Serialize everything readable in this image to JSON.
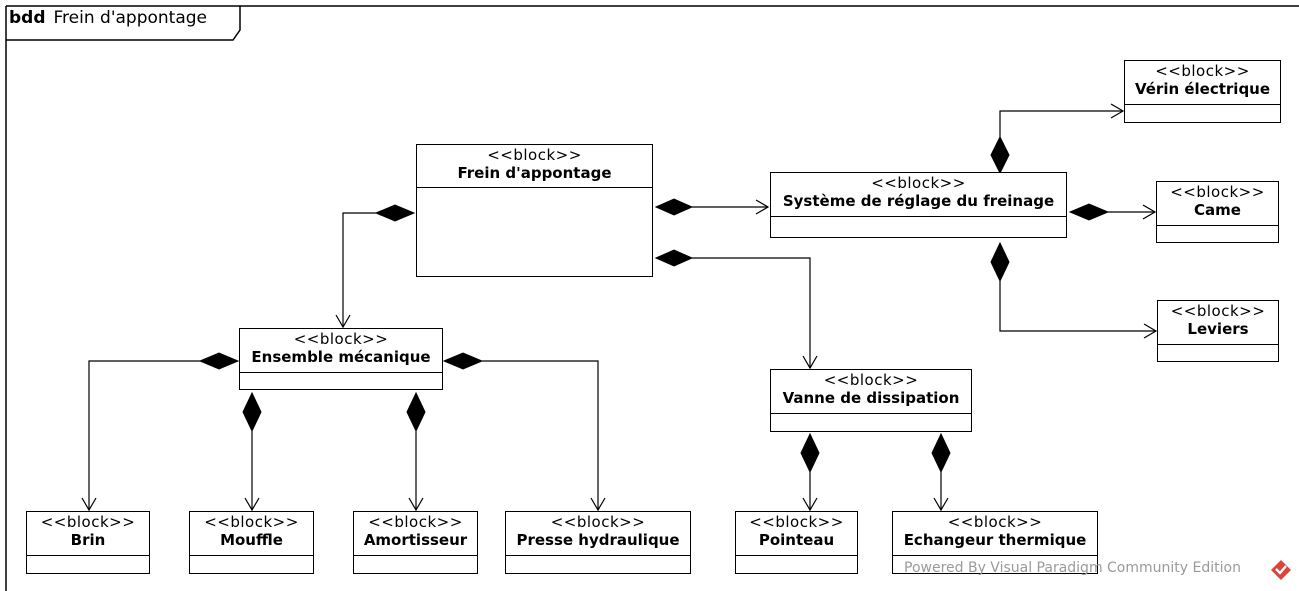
{
  "frame": {
    "keyword": "bdd",
    "title": "Frein d'appontage"
  },
  "stereotype": "<<block>>",
  "blocks": {
    "frein": "Frein d'appontage",
    "systeme": "Système de réglage du freinage",
    "verin": "Vérin électrique",
    "came": "Came",
    "leviers": "Leviers",
    "ensemble": "Ensemble mécanique",
    "vanne": "Vanne de dissipation",
    "brin": "Brin",
    "mouffle": "Mouffle",
    "amortisseur": "Amortisseur",
    "presse": "Presse hydraulique",
    "pointeau": "Pointeau",
    "echangeur": "Echangeur thermique"
  },
  "watermark": "Powered By Visual Paradigm Community Edition",
  "colors": {
    "line": "#000000",
    "background": "#ffffff",
    "watermark": "#9a9a9a",
    "logo": "#d9453a"
  }
}
